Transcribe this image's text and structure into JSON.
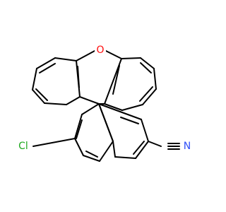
{
  "atoms": {
    "oxygen": {
      "label": "O",
      "color": "#ff0d0d"
    },
    "chlorine": {
      "label": "Cl",
      "color": "#1fa81f"
    },
    "nitrogen": {
      "label": "N",
      "color": "#3050f8"
    }
  }
}
